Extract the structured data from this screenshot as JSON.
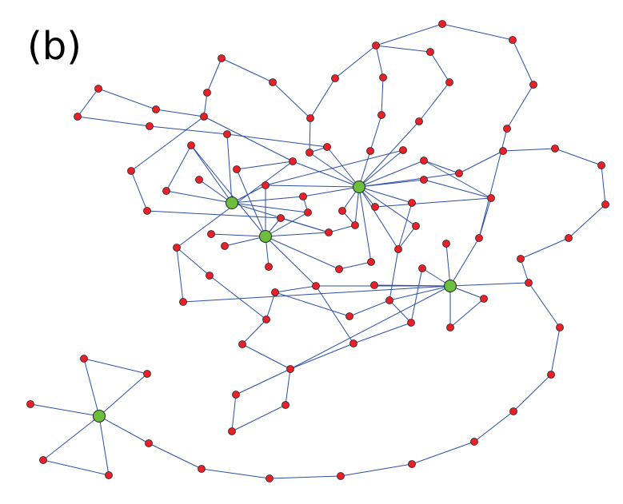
{
  "figure": {
    "panel_label": "(b)"
  },
  "colors": {
    "node": "#e8202a",
    "hub": "#6cbf3c",
    "edge": "#2b4ea3",
    "outline": "#222222"
  },
  "graph": {
    "nodes": [
      {
        "id": "H1",
        "hub": true
      },
      {
        "id": "H2",
        "hub": true
      },
      {
        "id": "H3",
        "hub": true
      },
      {
        "id": "H4",
        "hub": true
      },
      {
        "id": "H5",
        "hub": true
      },
      {
        "id": "n1"
      },
      {
        "id": "n2"
      },
      {
        "id": "n3"
      },
      {
        "id": "n4"
      },
      {
        "id": "n5"
      },
      {
        "id": "n6"
      },
      {
        "id": "n7"
      },
      {
        "id": "n8"
      },
      {
        "id": "n9"
      },
      {
        "id": "n10"
      },
      {
        "id": "n11"
      },
      {
        "id": "n12"
      },
      {
        "id": "n13"
      },
      {
        "id": "n14"
      },
      {
        "id": "n15"
      },
      {
        "id": "n16"
      },
      {
        "id": "n17"
      },
      {
        "id": "n18"
      },
      {
        "id": "n19"
      },
      {
        "id": "n20"
      },
      {
        "id": "n21"
      },
      {
        "id": "n22"
      },
      {
        "id": "n23"
      },
      {
        "id": "n24"
      },
      {
        "id": "n25"
      },
      {
        "id": "n26"
      },
      {
        "id": "n27"
      },
      {
        "id": "n28"
      },
      {
        "id": "n29"
      },
      {
        "id": "n30"
      },
      {
        "id": "n31"
      },
      {
        "id": "n32"
      },
      {
        "id": "n33"
      },
      {
        "id": "n34"
      },
      {
        "id": "n35"
      },
      {
        "id": "n36"
      },
      {
        "id": "n37"
      },
      {
        "id": "n38"
      },
      {
        "id": "n39"
      },
      {
        "id": "n40"
      },
      {
        "id": "n41"
      },
      {
        "id": "n42"
      },
      {
        "id": "n43"
      },
      {
        "id": "n44"
      },
      {
        "id": "n45"
      },
      {
        "id": "n46"
      },
      {
        "id": "n47"
      },
      {
        "id": "n48"
      },
      {
        "id": "n49"
      },
      {
        "id": "n50"
      },
      {
        "id": "n51"
      },
      {
        "id": "n52"
      },
      {
        "id": "n53"
      },
      {
        "id": "n54"
      },
      {
        "id": "n55"
      },
      {
        "id": "n56"
      },
      {
        "id": "n57"
      },
      {
        "id": "n58"
      },
      {
        "id": "n59"
      },
      {
        "id": "n60"
      },
      {
        "id": "n61"
      },
      {
        "id": "n62"
      },
      {
        "id": "n63"
      },
      {
        "id": "n64"
      },
      {
        "id": "n65"
      },
      {
        "id": "n66"
      },
      {
        "id": "n67"
      },
      {
        "id": "n68"
      },
      {
        "id": "n69"
      },
      {
        "id": "n70"
      },
      {
        "id": "n71"
      },
      {
        "id": "n72"
      },
      {
        "id": "n73"
      },
      {
        "id": "n74"
      },
      {
        "id": "n75"
      },
      {
        "id": "n76"
      },
      {
        "id": "n77"
      },
      {
        "id": "n78"
      },
      {
        "id": "n79"
      },
      {
        "id": "n80"
      },
      {
        "id": "n81"
      },
      {
        "id": "n82"
      },
      {
        "id": "n83"
      },
      {
        "id": "n84"
      },
      {
        "id": "n85"
      },
      {
        "id": "n86"
      },
      {
        "id": "n87"
      },
      {
        "id": "n88"
      },
      {
        "id": "n89"
      },
      {
        "id": "n90"
      },
      {
        "id": "n91"
      },
      {
        "id": "n92"
      },
      {
        "id": "n93"
      },
      {
        "id": "n94"
      },
      {
        "id": "n95"
      },
      {
        "id": "n96"
      },
      {
        "id": "n97"
      },
      {
        "id": "n98"
      },
      {
        "id": "n99"
      },
      {
        "id": "n100"
      },
      {
        "id": "n101"
      },
      {
        "id": "n102"
      },
      {
        "id": "n103"
      },
      {
        "id": "n104"
      },
      {
        "id": "n105"
      },
      {
        "id": "n106"
      },
      {
        "id": "n107"
      },
      {
        "id": "n108"
      }
    ],
    "edges": [
      [
        "n1",
        "n2"
      ],
      [
        "n2",
        "n3"
      ],
      [
        "n3",
        "n4"
      ],
      [
        "n4",
        "n5"
      ],
      [
        "n5",
        "n6"
      ],
      [
        "n6",
        "n11"
      ],
      [
        "n7",
        "n6"
      ],
      [
        "n8",
        "n7"
      ],
      [
        "n9",
        "n10"
      ],
      [
        "n10",
        "n11"
      ],
      [
        "n11",
        "n12"
      ],
      [
        "n12",
        "n13"
      ],
      [
        "n13",
        "n16"
      ],
      [
        "n14",
        "n15"
      ],
      [
        "n15",
        "n16"
      ],
      [
        "n16",
        "n17"
      ],
      [
        "n16",
        "n20"
      ],
      [
        "n16",
        "n18"
      ],
      [
        "n17",
        "n21"
      ],
      [
        "n18",
        "n19"
      ],
      [
        "n19",
        "n26"
      ],
      [
        "n20",
        "n21"
      ],
      [
        "n21",
        "n22"
      ],
      [
        "n22",
        "n23"
      ],
      [
        "n23",
        "n24"
      ],
      [
        "n23",
        "n25"
      ],
      [
        "n25",
        "n12"
      ],
      [
        "n26",
        "n27"
      ],
      [
        "n26",
        "n28"
      ],
      [
        "n26",
        "n29"
      ],
      [
        "n26",
        "n30"
      ],
      [
        "n26",
        "H1"
      ],
      [
        "n29",
        "n31"
      ],
      [
        "n30",
        "n32"
      ],
      [
        "n31",
        "H1"
      ],
      [
        "n33",
        "n34"
      ],
      [
        "n33",
        "n35"
      ],
      [
        "n33",
        "n36"
      ],
      [
        "n34",
        "n37"
      ],
      [
        "n36",
        "n38"
      ],
      [
        "n38",
        "n39"
      ],
      [
        "n37",
        "n40"
      ],
      [
        "n41",
        "n42"
      ],
      [
        "n42",
        "n43"
      ],
      [
        "n43",
        "n44"
      ],
      [
        "n44",
        "n45"
      ],
      [
        "n45",
        "n46"
      ],
      [
        "n46",
        "n47"
      ],
      [
        "n47",
        "n48"
      ],
      [
        "n48",
        "H2"
      ],
      [
        "n49",
        "n50"
      ],
      [
        "n50",
        "n51"
      ],
      [
        "n51",
        "n52"
      ],
      [
        "n52",
        "n53"
      ],
      [
        "n53",
        "n54"
      ],
      [
        "n54",
        "n55"
      ],
      [
        "n55",
        "n56"
      ],
      [
        "n56",
        "n57"
      ],
      [
        "n57",
        "H2"
      ],
      [
        "n58",
        "n59"
      ],
      [
        "n59",
        "n60"
      ],
      [
        "n60",
        "n61"
      ],
      [
        "n61",
        "n62"
      ],
      [
        "n62",
        "n63"
      ],
      [
        "n63",
        "n64"
      ],
      [
        "n64",
        "n65"
      ],
      [
        "n65",
        "n66"
      ],
      [
        "n66",
        "n67"
      ],
      [
        "n67",
        "n68"
      ],
      [
        "n68",
        "n69"
      ],
      [
        "n69",
        "n70"
      ],
      [
        "n70",
        "H3"
      ],
      [
        "H3",
        "n71"
      ],
      [
        "H3",
        "n72"
      ],
      [
        "H3",
        "n73"
      ],
      [
        "H3",
        "n74"
      ],
      [
        "n75",
        "n76"
      ],
      [
        "n76",
        "n77"
      ],
      [
        "n77",
        "n78"
      ],
      [
        "n78",
        "n79"
      ],
      [
        "n79",
        "n80"
      ],
      [
        "n80",
        "n81"
      ],
      [
        "n81",
        "n82"
      ],
      [
        "n82",
        "n83"
      ],
      [
        "n83",
        "n84"
      ],
      [
        "n84",
        "n85"
      ],
      [
        "n85",
        "n86"
      ],
      [
        "n86",
        "H2"
      ],
      [
        "n87",
        "n88"
      ],
      [
        "n88",
        "n89"
      ],
      [
        "n89",
        "n90"
      ],
      [
        "n90",
        "n91"
      ],
      [
        "n91",
        "n92"
      ],
      [
        "n92",
        "n93"
      ],
      [
        "n93",
        "n94"
      ],
      [
        "n94",
        "n95"
      ],
      [
        "n95",
        "n96"
      ],
      [
        "n96",
        "n97"
      ],
      [
        "n97",
        "n98"
      ],
      [
        "H4",
        "n99"
      ],
      [
        "H4",
        "n100"
      ],
      [
        "H4",
        "n101"
      ],
      [
        "H4",
        "n102"
      ],
      [
        "H4",
        "n103"
      ],
      [
        "H4",
        "n104"
      ],
      [
        "n99",
        "n100"
      ],
      [
        "n103",
        "n104"
      ],
      [
        "n101",
        "n102"
      ],
      [
        "n105",
        "n106"
      ],
      [
        "n106",
        "n107"
      ],
      [
        "n107",
        "n108"
      ],
      [
        "n108",
        "n105"
      ],
      [
        "H1",
        "H5"
      ],
      [
        "H1",
        "n26"
      ],
      [
        "H1",
        "n38"
      ],
      [
        "H1",
        "n37"
      ],
      [
        "H1",
        "n18"
      ],
      [
        "H1",
        "n17"
      ],
      [
        "H1",
        "n53"
      ],
      [
        "H1",
        "n56"
      ],
      [
        "H1",
        "n48"
      ],
      [
        "H1",
        "n49"
      ],
      [
        "H1",
        "n19"
      ],
      [
        "H1",
        "n69"
      ],
      [
        "H1",
        "n70"
      ],
      [
        "H1",
        "n71"
      ],
      [
        "H5",
        "n32"
      ],
      [
        "H5",
        "n31"
      ],
      [
        "H5",
        "n34"
      ],
      [
        "H5",
        "n40"
      ],
      [
        "H5",
        "n42"
      ],
      [
        "H5",
        "n43"
      ],
      [
        "H5",
        "n83"
      ],
      [
        "H5",
        "n84"
      ],
      [
        "H5",
        "n85"
      ],
      [
        "H5",
        "n27"
      ],
      [
        "H5",
        "n28"
      ],
      [
        "H5",
        "n39"
      ],
      [
        "H2",
        "n64"
      ],
      [
        "H2",
        "n55"
      ],
      [
        "H2",
        "n54"
      ],
      [
        "H2",
        "n60"
      ],
      [
        "H2",
        "n41"
      ],
      [
        "H2",
        "n62"
      ],
      [
        "n86",
        "n88"
      ],
      [
        "n88",
        "n95"
      ],
      [
        "n95",
        "n105"
      ],
      [
        "n105",
        "n97"
      ],
      [
        "n35",
        "n38"
      ],
      [
        "n36",
        "n51"
      ],
      [
        "n45",
        "n93"
      ],
      [
        "n59",
        "n66"
      ],
      [
        "n72",
        "n73"
      ],
      [
        "n74",
        "n76"
      ],
      [
        "n77",
        "n87"
      ],
      [
        "n87",
        "n89"
      ],
      [
        "n90",
        "n92"
      ],
      [
        "n94",
        "n96"
      ]
    ]
  }
}
